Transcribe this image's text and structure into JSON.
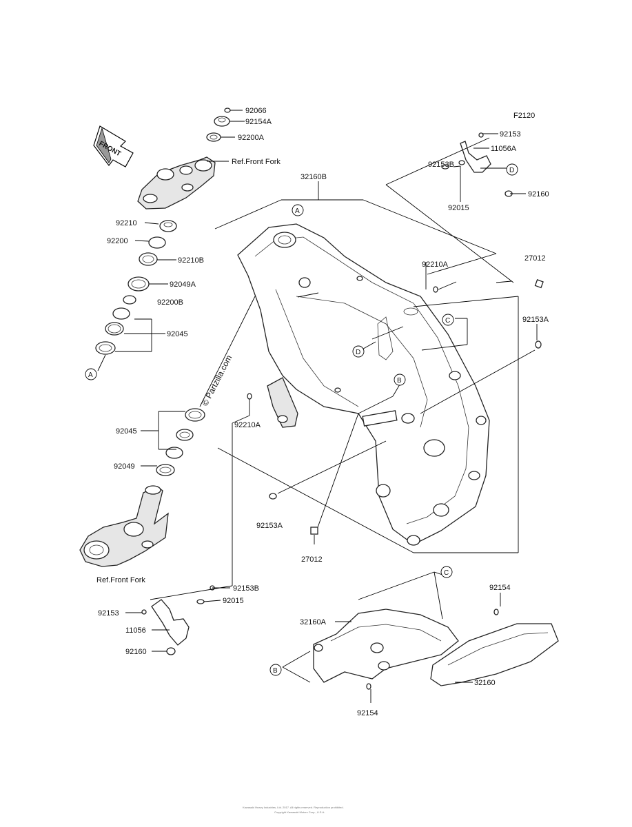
{
  "page": {
    "code": "F2120",
    "watermark": "© Partzilla.com",
    "footer_line1": "Kawasaki Heavy Industries, Ltd. 2017. All rights reserved. Reproduction prohibited.",
    "footer_line2": "Copyright Kawasaki Motors Corp., U.S.A."
  },
  "front_arrow": "FRONT",
  "labels": {
    "p92066": "92066",
    "p92154A": "92154A",
    "p92200A": "92200A",
    "refFrontForkTop": "Ref.Front Fork",
    "p92210": "92210",
    "p92200": "92200",
    "p92210B": "92210B",
    "p92049A": "92049A",
    "p92200B": "92200B",
    "p92045a": "92045",
    "p32160B": "32160B",
    "p92153top": "92153",
    "p11056A": "11056A",
    "p92153B_top": "92153B",
    "p92015_top": "92015",
    "p92160_top": "92160",
    "p92210A_r": "92210A",
    "p27012_r": "27012",
    "p92153A_r": "92153A",
    "p92210A_c": "92210A",
    "p92045b": "92045",
    "p92049": "92049",
    "p92153A_c": "92153A",
    "p27012_c": "27012",
    "refFrontForkBot": "Ref.Front Fork",
    "p92153B_bot": "92153B",
    "p92015_bot": "92015",
    "p92153_bot": "92153",
    "p11056": "11056",
    "p92160_bot": "92160",
    "p92154_a": "92154",
    "p32160A": "32160A",
    "p32160": "32160",
    "p92154_b": "92154"
  },
  "callouts": {
    "A": "A",
    "B": "B",
    "C": "C",
    "D": "D"
  }
}
